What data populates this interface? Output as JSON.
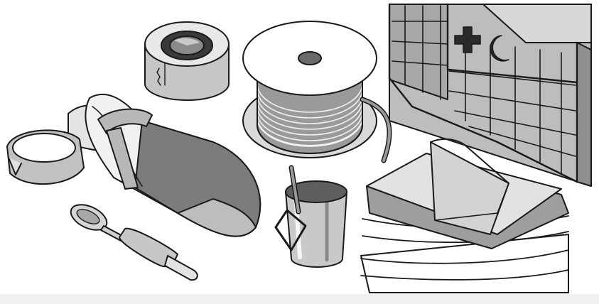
{
  "illustration": {
    "style": "grayscale line art",
    "items": [
      "adhesive-tape-roll",
      "cord-spool",
      "first-aid-crate",
      "plaster-splint",
      "wrist-band",
      "spoon",
      "rolling-pin",
      "metal-cup",
      "folded-blankets"
    ],
    "emblems": [
      "red-cross-icon",
      "red-crescent-icon"
    ]
  },
  "colors": {
    "outline": "#1a1a1a",
    "light": "#e6e6e6",
    "mid": "#bdbdbd",
    "dark": "#7a7a7a",
    "darker": "#4a4a4a",
    "background": "#ffffff",
    "strip": "#f0f0f0"
  }
}
